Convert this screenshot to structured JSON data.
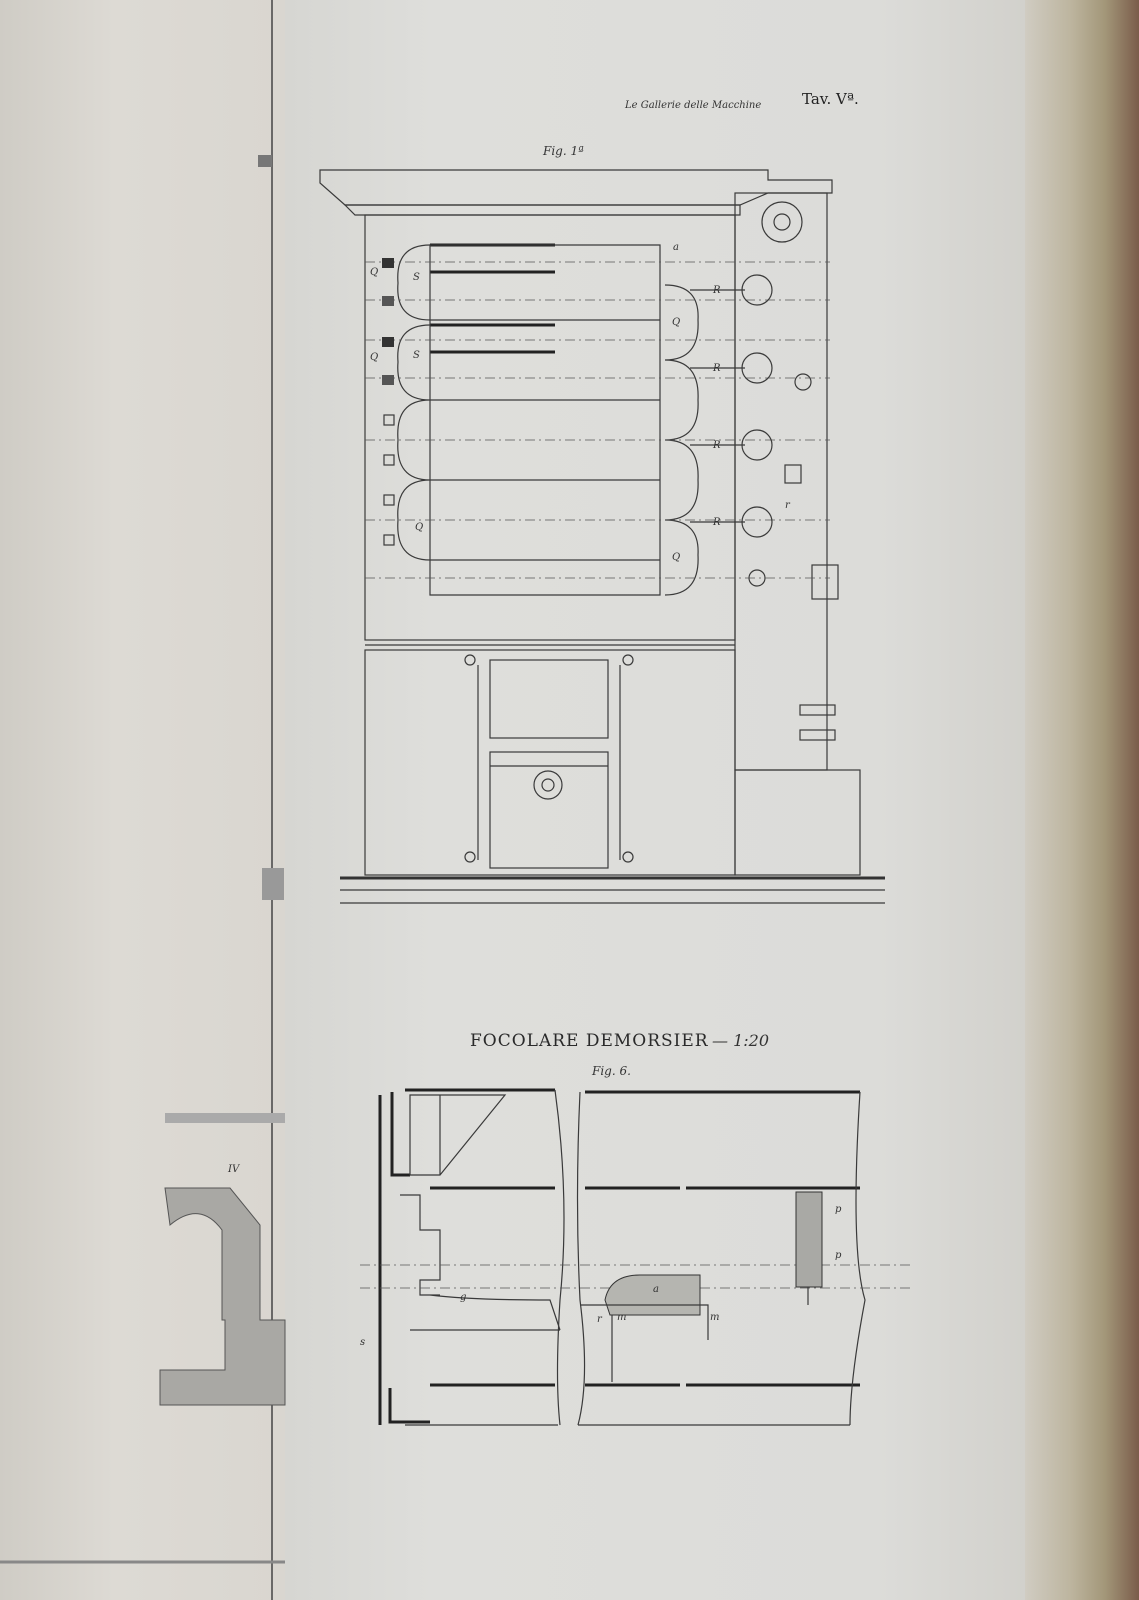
{
  "header": {
    "series_title": "Le Gallerie delle Macchine",
    "plate": "Tav. Vª."
  },
  "figure1": {
    "caption": "Fig. 1ª",
    "labels": {
      "Q": "Q",
      "S": "S",
      "R": "R",
      "r": "r",
      "a": "a"
    }
  },
  "figure6": {
    "title": "FOCOLARE DEMORSIER",
    "scale": "— 1:20",
    "caption": "Fig. 6.",
    "labels": {
      "p": "p",
      "a": "a",
      "m": "m",
      "g": "g",
      "r": "r",
      "s": "s"
    }
  },
  "left_page": {
    "section_label": "IV"
  }
}
